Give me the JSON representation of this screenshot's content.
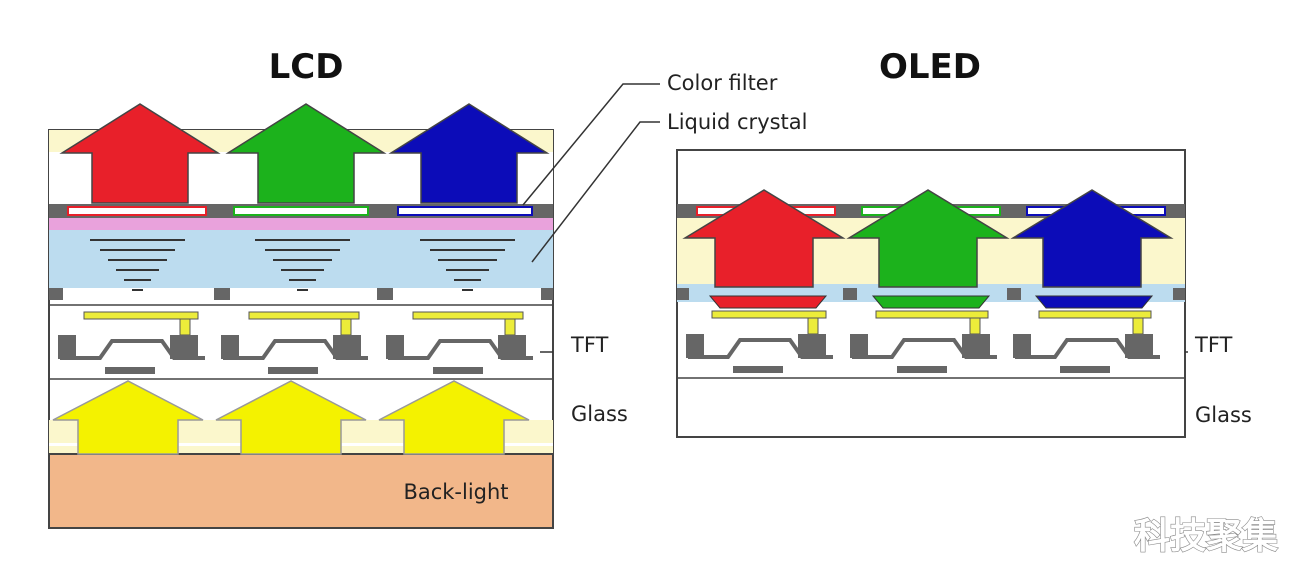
{
  "lcd": {
    "title": "LCD",
    "backlight_label": "Back-light"
  },
  "oled": {
    "title": "OLED"
  },
  "labels": {
    "color_filter": "Color filter",
    "liquid_crystal": "Liquid crystal",
    "tft_lcd": "TFT",
    "glass_lcd": "Glass",
    "tft_oled": "TFT",
    "glass_oled": "Glass"
  },
  "watermark": "科技聚集",
  "colors": {
    "red": "#e8202a",
    "green": "#1cb21c",
    "blue": "#0c0cb8",
    "yellow": "#f4f200",
    "cream": "#fbf7cc",
    "liquid": "#bcdcef",
    "backlight": "#f2b78a",
    "pink": "#e9a2dc",
    "gray": "#666666",
    "tft_yellow": "#ecec3a"
  }
}
